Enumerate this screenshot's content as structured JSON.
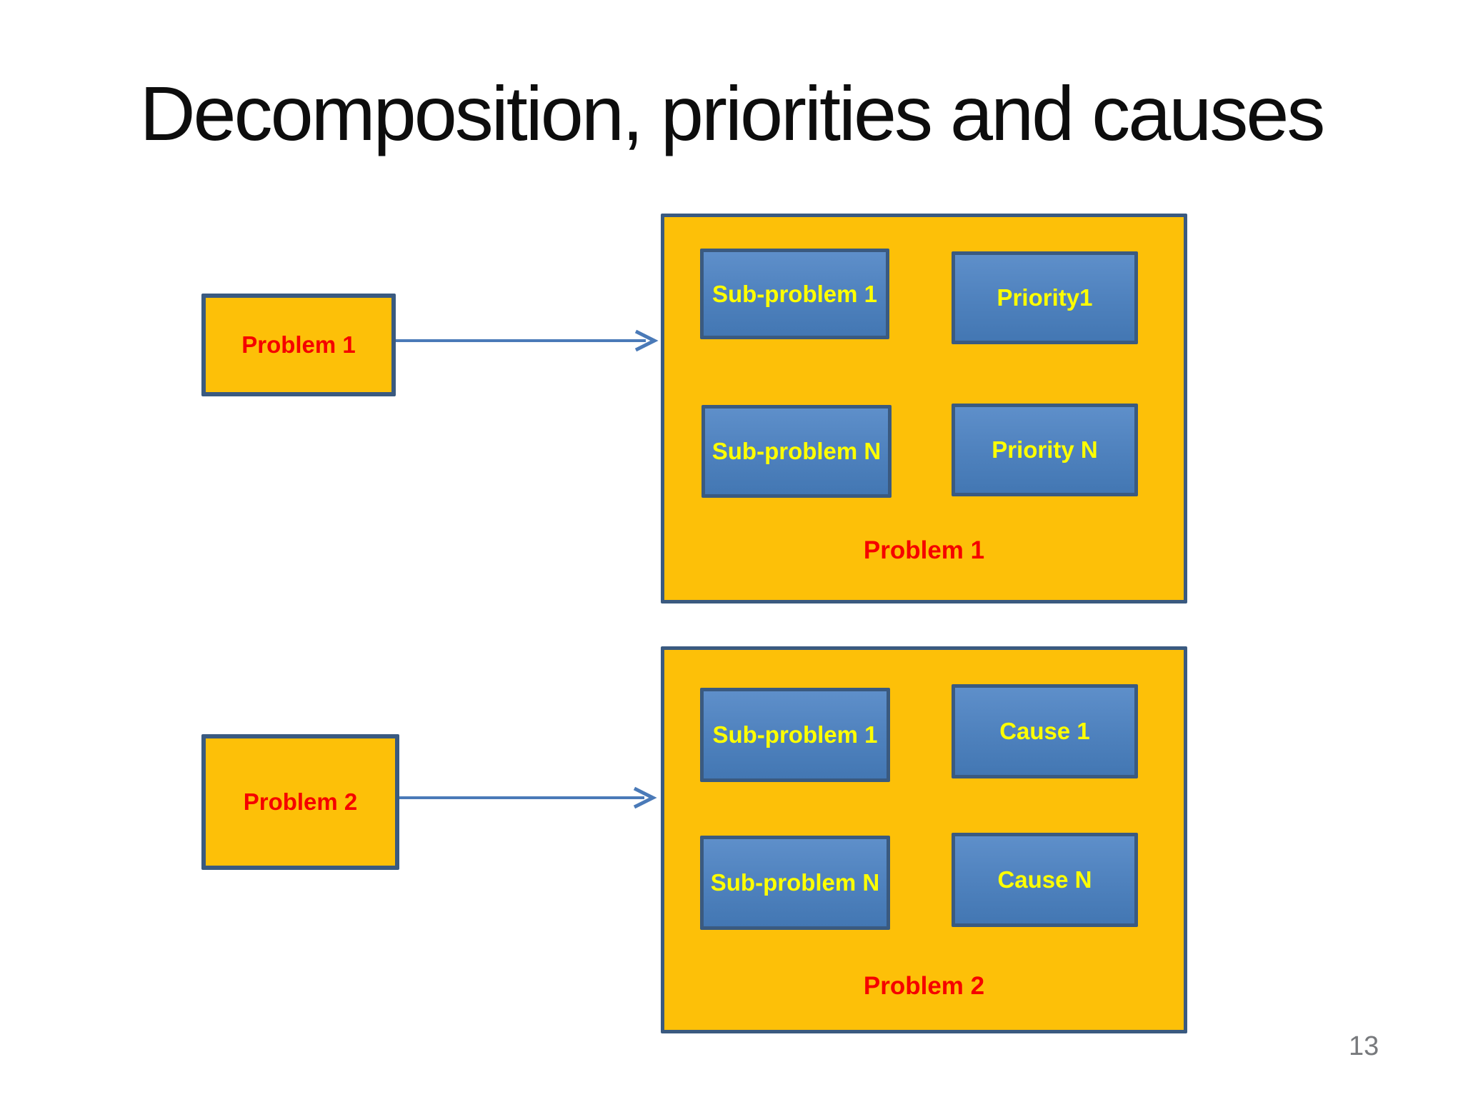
{
  "slide": {
    "title": "Decomposition, priorities and causes",
    "page_number": "13"
  },
  "colors": {
    "orange": "#FDC008",
    "blue_fill": "#4E81BD",
    "border_dark": "#3A5A80",
    "connector": "#4A7AB8",
    "yellow_text": "#FFFF00",
    "red_text": "#F50000",
    "title_text": "#0D0D0D",
    "page_number_gray": "#77797C"
  },
  "diagram1": {
    "source_label": "Problem 1",
    "container_label": "Problem 1",
    "nodes": [
      {
        "label": "Sub-problem 1"
      },
      {
        "label": "Priority1"
      },
      {
        "label": "Sub-problem N"
      },
      {
        "label": "Priority N"
      }
    ],
    "connections": [
      {
        "from": "Problem 1",
        "to": "container",
        "style": "solid-arrow"
      },
      {
        "from": "Sub-problem 1",
        "to": "Priority1",
        "style": "dashed"
      },
      {
        "from": "Sub-problem 1",
        "to": "Sub-problem N",
        "style": "dashed"
      },
      {
        "from": "Sub-problem N",
        "to": "Priority N",
        "style": "dashed"
      }
    ]
  },
  "diagram2": {
    "source_label": "Problem 2",
    "container_label": "Problem 2",
    "nodes": [
      {
        "label": "Sub-problem 1"
      },
      {
        "label": "Cause 1"
      },
      {
        "label": "Sub-problem N"
      },
      {
        "label": "Cause N"
      }
    ],
    "connections": [
      {
        "from": "Problem 2",
        "to": "container",
        "style": "solid-arrow"
      },
      {
        "from": "Cause 1",
        "to": "Sub-problem 1",
        "style": "solid-arrow"
      },
      {
        "from": "Cause N",
        "to": "Sub-problem N",
        "style": "solid-arrow"
      }
    ]
  }
}
